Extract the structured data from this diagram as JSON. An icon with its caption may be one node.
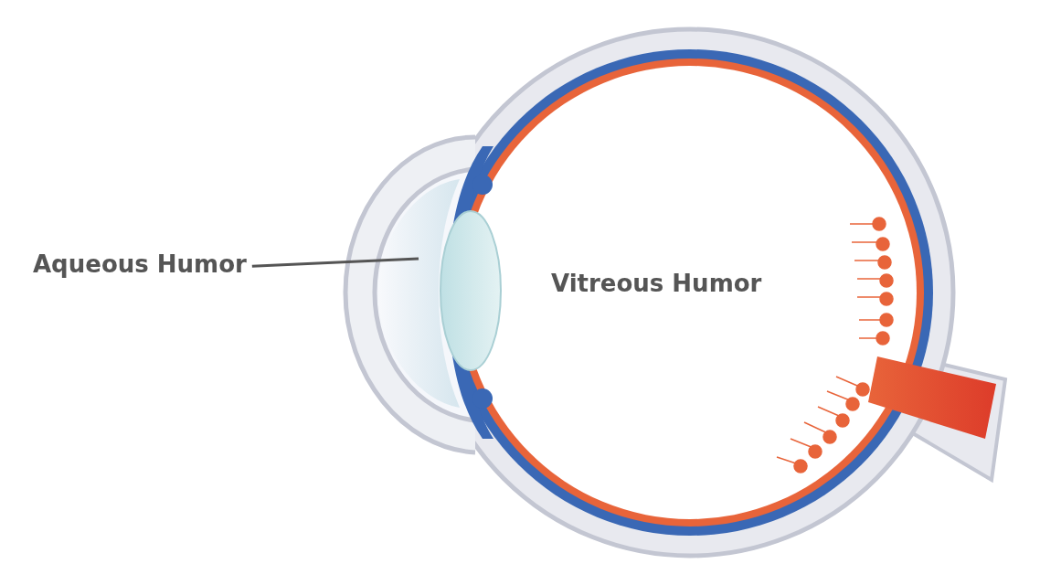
{
  "diagram": {
    "nodes": [
      {
        "text": [
          "Aqueous Humor"
        ]
      },
      {
        "text": [],
        "shape": "picture"
      }
    ],
    "edges": [
      {
        "from": 0,
        "to": 1,
        "arrow": "none"
      }
    ],
    "labels": [
      "Vitreous Humor"
    ]
  }
}
